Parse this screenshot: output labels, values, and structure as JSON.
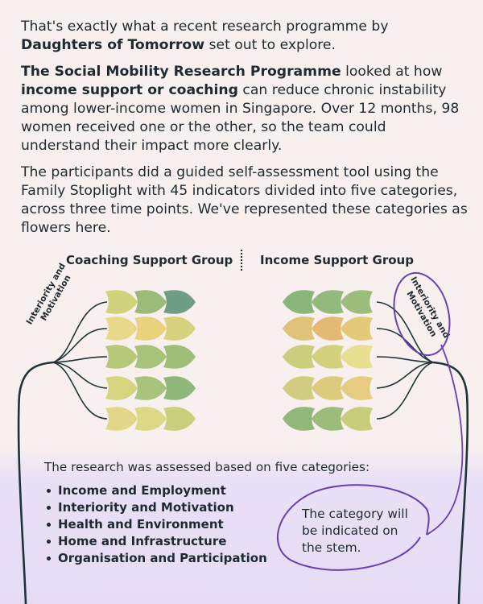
{
  "intro": {
    "p1_a": "That's exactly what a recent research programme by ",
    "p1_b": "Daughters of Tomorrow",
    "p1_c": " set out to explore.",
    "p2_a": "The Social Mobility Research Programme",
    "p2_b": " looked at how ",
    "p2_c": "income support or coaching",
    "p2_d": " can reduce chronic instability among lower-income women in Singapore. Over 12 months, 98 women received one or the other, so the team could understand their impact more clearly.",
    "p3": "The participants did a guided self-assessment tool using the Family Stoplight with 45 indicators divided into five categories, across three time points. We've represented these categories as flowers here."
  },
  "groups": {
    "coaching_label": "Coaching Support Group",
    "income_label": "Income Support Group",
    "stem_label_line1": "Interiority and",
    "stem_label_line2": "Motivation"
  },
  "categories_section": {
    "intro": "The research was assessed based on five categories:",
    "items": [
      "Income and Employment",
      "Interiority and Motivation",
      "Health and Environment",
      "Home and Infrastructure",
      "Organisation and Participation"
    ],
    "note": "The category will be indicated on the stem."
  },
  "colors": {
    "background": "#f8f0ef",
    "text": "#1f2a30",
    "stem": "#1f3438",
    "annotation": "#6a3fb0",
    "band": "#e6ddf5"
  },
  "flowers": {
    "coaching": [
      [
        "#cfd37a",
        "#9dbb78",
        "#6e9e84"
      ],
      [
        "#ead88a",
        "#e8d27c",
        "#d8d27e"
      ],
      [
        "#b7c879",
        "#a7c27a",
        "#9fbf78"
      ],
      [
        "#d4d57e",
        "#a8c37b",
        "#8fb77a"
      ],
      [
        "#e0d888",
        "#dcd886",
        "#c8d07c"
      ]
    ],
    "income": [
      [
        "#9cbd7c",
        "#93b97c",
        "#8bb67b"
      ],
      [
        "#e6c879",
        "#e4b974",
        "#dfc37b"
      ],
      [
        "#e6e090",
        "#d2d27e",
        "#c9cf7d"
      ],
      [
        "#e6cc80",
        "#dccb7d",
        "#d1cd80"
      ],
      [
        "#c8cd7c",
        "#9cbd7a",
        "#93b77b"
      ]
    ]
  }
}
